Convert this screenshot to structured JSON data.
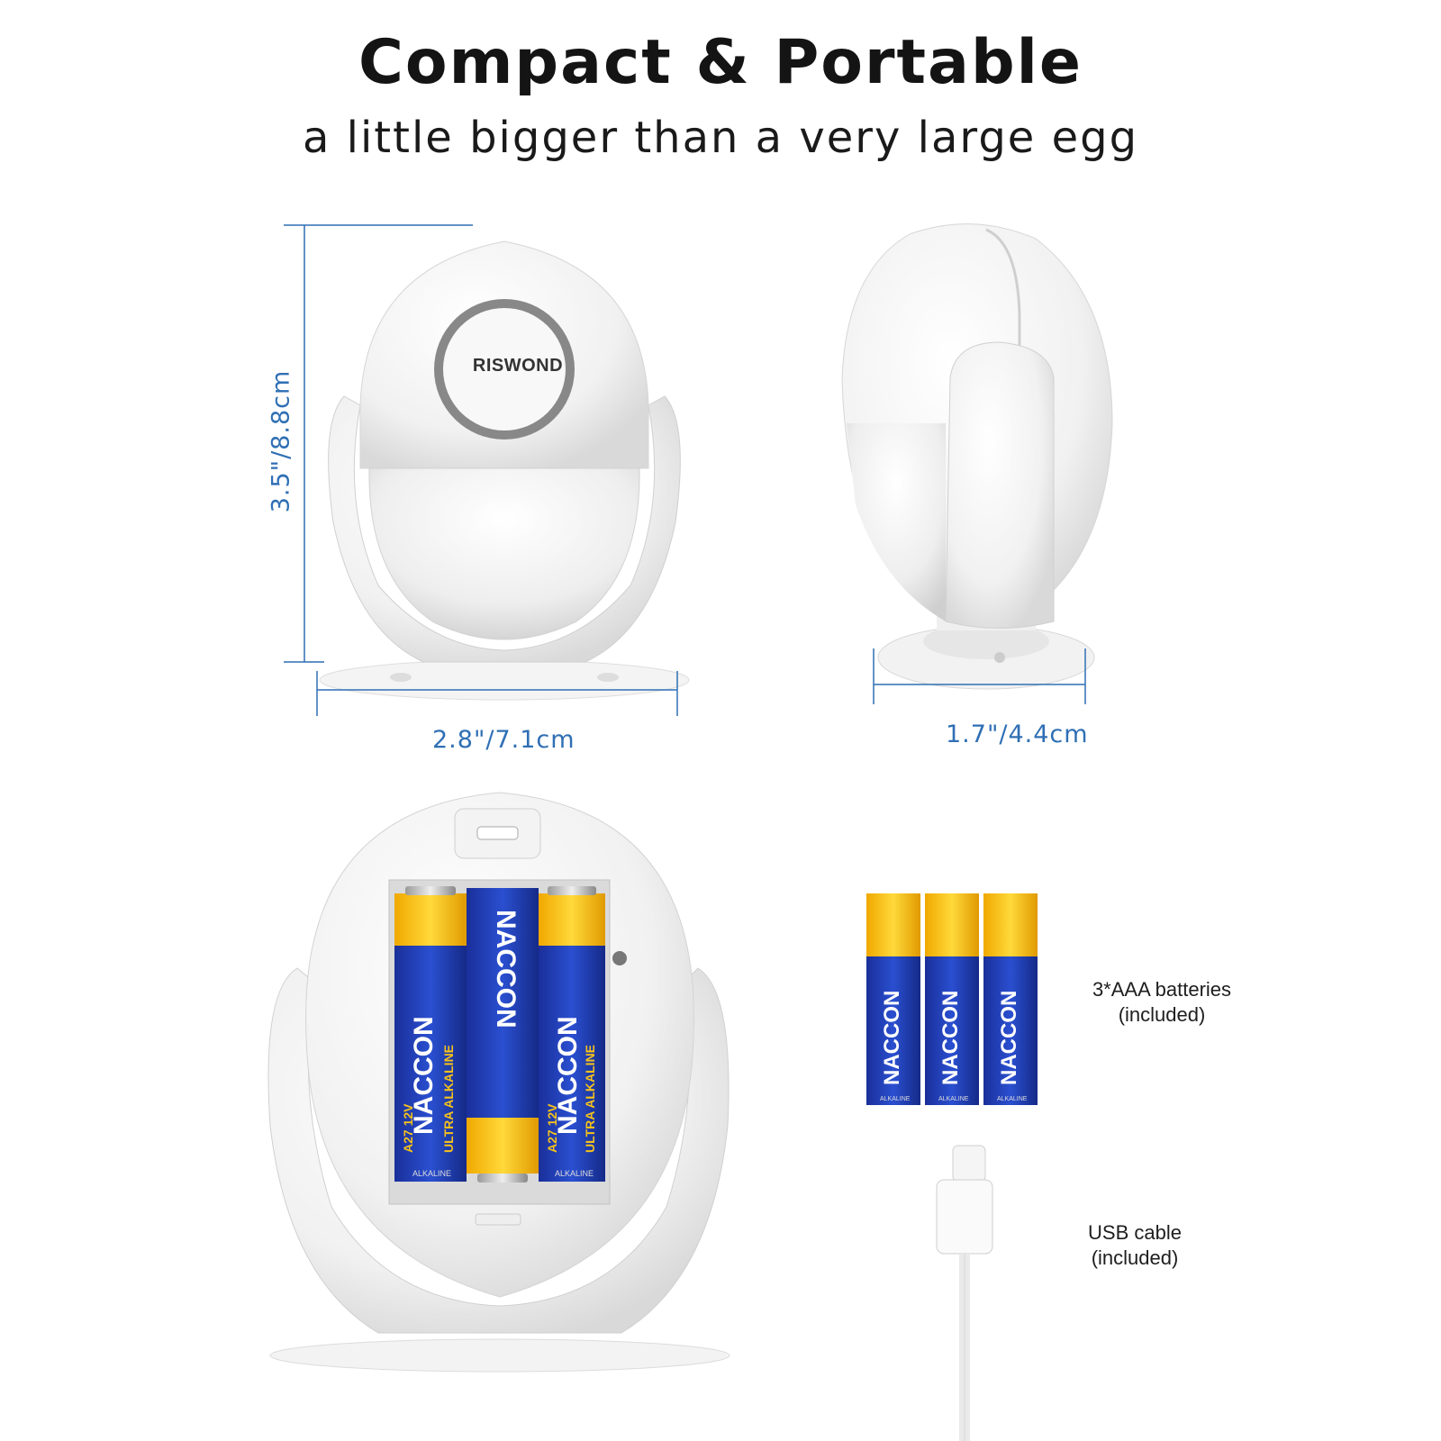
{
  "header": {
    "title": "Compact & Portable",
    "subtitle": "a little bigger than a very large egg"
  },
  "dimensions": {
    "height": "3.5\"/8.8cm",
    "width": "2.8\"/7.1cm",
    "depth": "1.7\"/4.4cm"
  },
  "product": {
    "brand": "RISWOND"
  },
  "batteries": {
    "brand": "NACCON",
    "type": "ULTRA ALKALINE",
    "spec": "A27 12V",
    "sub": "ALKALINE",
    "caption_line1": "3*AAA batteries",
    "caption_line2": "(included)"
  },
  "usb": {
    "caption_line1": "USB cable",
    "caption_line2": "(included)"
  },
  "colors": {
    "dimension_blue": "#2f6fb4",
    "battery_blue": "#1f3fb0",
    "battery_yellow": "#f6c21a"
  }
}
